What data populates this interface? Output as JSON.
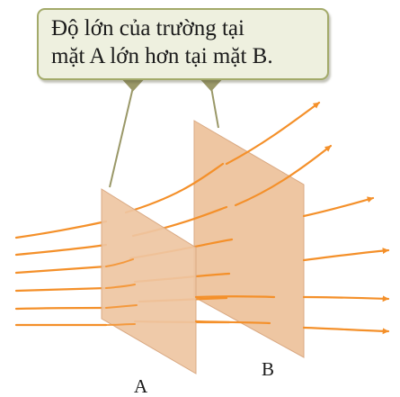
{
  "callout": {
    "line1": "Độ lớn của trường tại",
    "line2": "mặt A lớn hơn tại mặt B."
  },
  "labels": {
    "a": "A",
    "b": "B"
  },
  "colors": {
    "field_line": "#f4902a",
    "surface_fill": "#eec6a2",
    "surface_edge": "#d9a983",
    "callout_border": "#a3aa6a",
    "callout_fill": "#eef0df",
    "pointer": "#9a9868"
  }
}
